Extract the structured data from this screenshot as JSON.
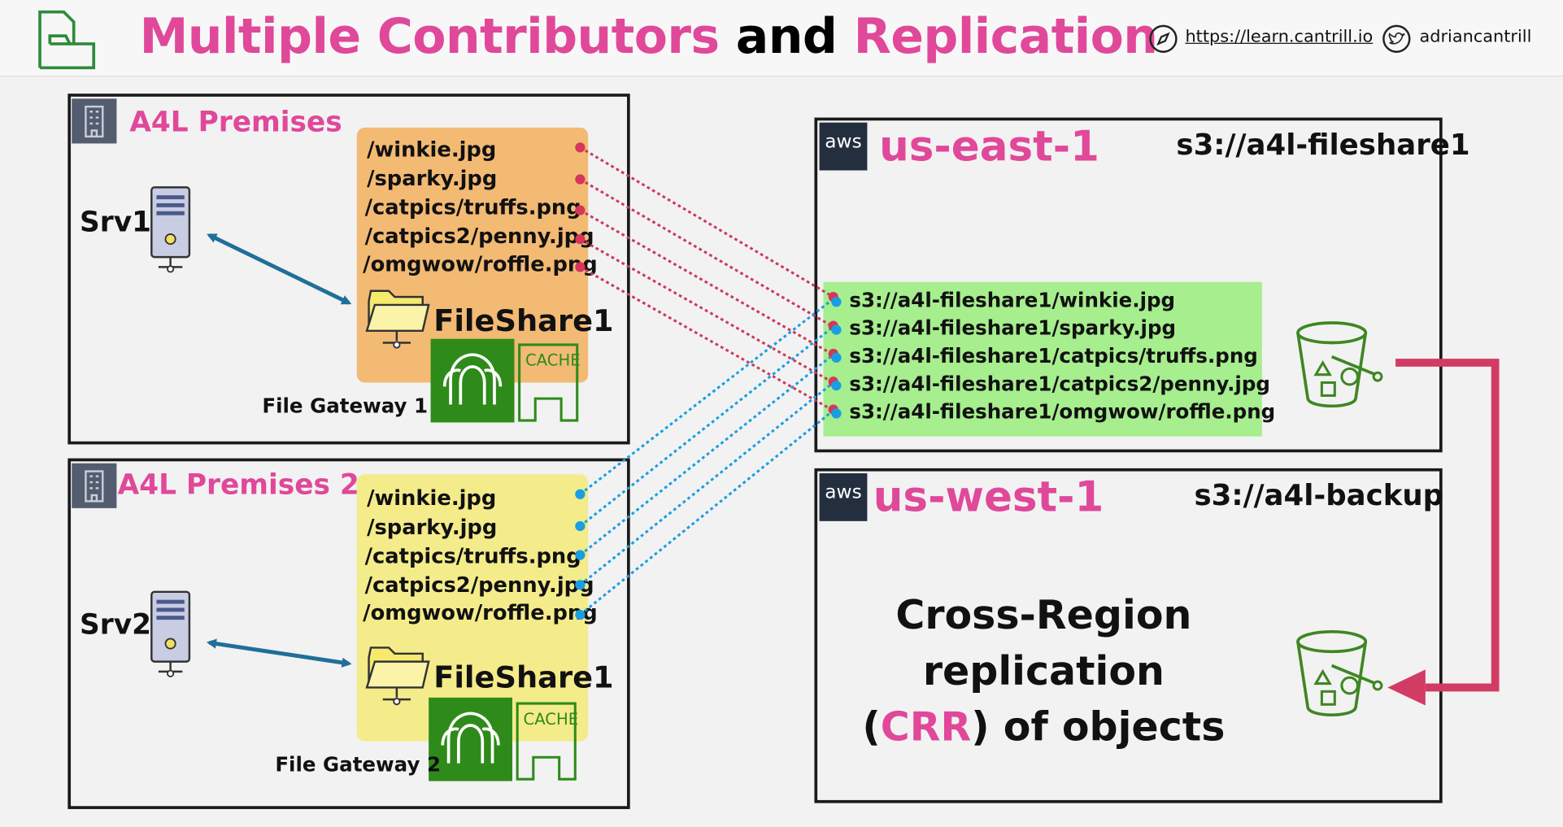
{
  "header": {
    "title_part1": "Multiple Contributors",
    "title_part2": "and",
    "title_part3": "Replication",
    "site_link": "https://learn.cantrill.io",
    "twitter_handle": "adriancantrill"
  },
  "premises1": {
    "label": "A4L Premises",
    "server": "Srv1",
    "files": [
      "/winkie.jpg",
      "/sparky.jpg",
      "/catpics/truffs.png",
      "/catpics2/penny.jpg",
      "/omgwow/roffle.png"
    ],
    "share_name": "FileShare1",
    "cache_label": "CACHE",
    "gateway_label": "File Gateway 1"
  },
  "premises2": {
    "label": "A4L Premises 2",
    "server": "Srv2",
    "files": [
      "/winkie.jpg",
      "/sparky.jpg",
      "/catpics/truffs.png",
      "/catpics2/penny.jpg",
      "/omgwow/roffle.png"
    ],
    "share_name": "FileShare1",
    "cache_label": "CACHE",
    "gateway_label": "File Gateway 2"
  },
  "region_east": {
    "aws_logo_text": "aws",
    "name": "us-east-1",
    "bucket": "s3://a4l-fileshare1",
    "objects": [
      "s3://a4l-fileshare1/winkie.jpg",
      "s3://a4l-fileshare1/sparky.jpg",
      "s3://a4l-fileshare1/catpics/truffs.png",
      "s3://a4l-fileshare1/catpics2/penny.jpg",
      "s3://a4l-fileshare1/omgwow/roffle.png"
    ]
  },
  "region_west": {
    "aws_logo_text": "aws",
    "name": "us-west-1",
    "bucket": "s3://a4l-backup",
    "crr_line1": "Cross-Region",
    "crr_line2": "replication",
    "crr_open": "(",
    "crr_acronym": "CRR",
    "crr_rest": ") of objects"
  },
  "colors": {
    "accent_pink": "#e0489a",
    "orange_panel": "#f3ba74",
    "yellow_panel": "#f4eb8a",
    "green_panel": "#a6ee8e",
    "gateway_green": "#2e8b1a",
    "s3_green": "#3f8624",
    "red_line": "#cc3a5a",
    "blue_line": "#1a9ee2",
    "arrow_blue": "#1f6f99",
    "crr_arrow": "#d23c64"
  },
  "icons": {
    "logo": "folder-outline-icon",
    "compass": "compass-icon",
    "twitter": "twitter-bird-icon",
    "building": "office-building-icon",
    "server": "server-tower-icon",
    "folder": "network-folder-icon",
    "gateway": "storage-gateway-icon",
    "cache": "cache-disk-icon",
    "bucket": "s3-bucket-icon"
  }
}
